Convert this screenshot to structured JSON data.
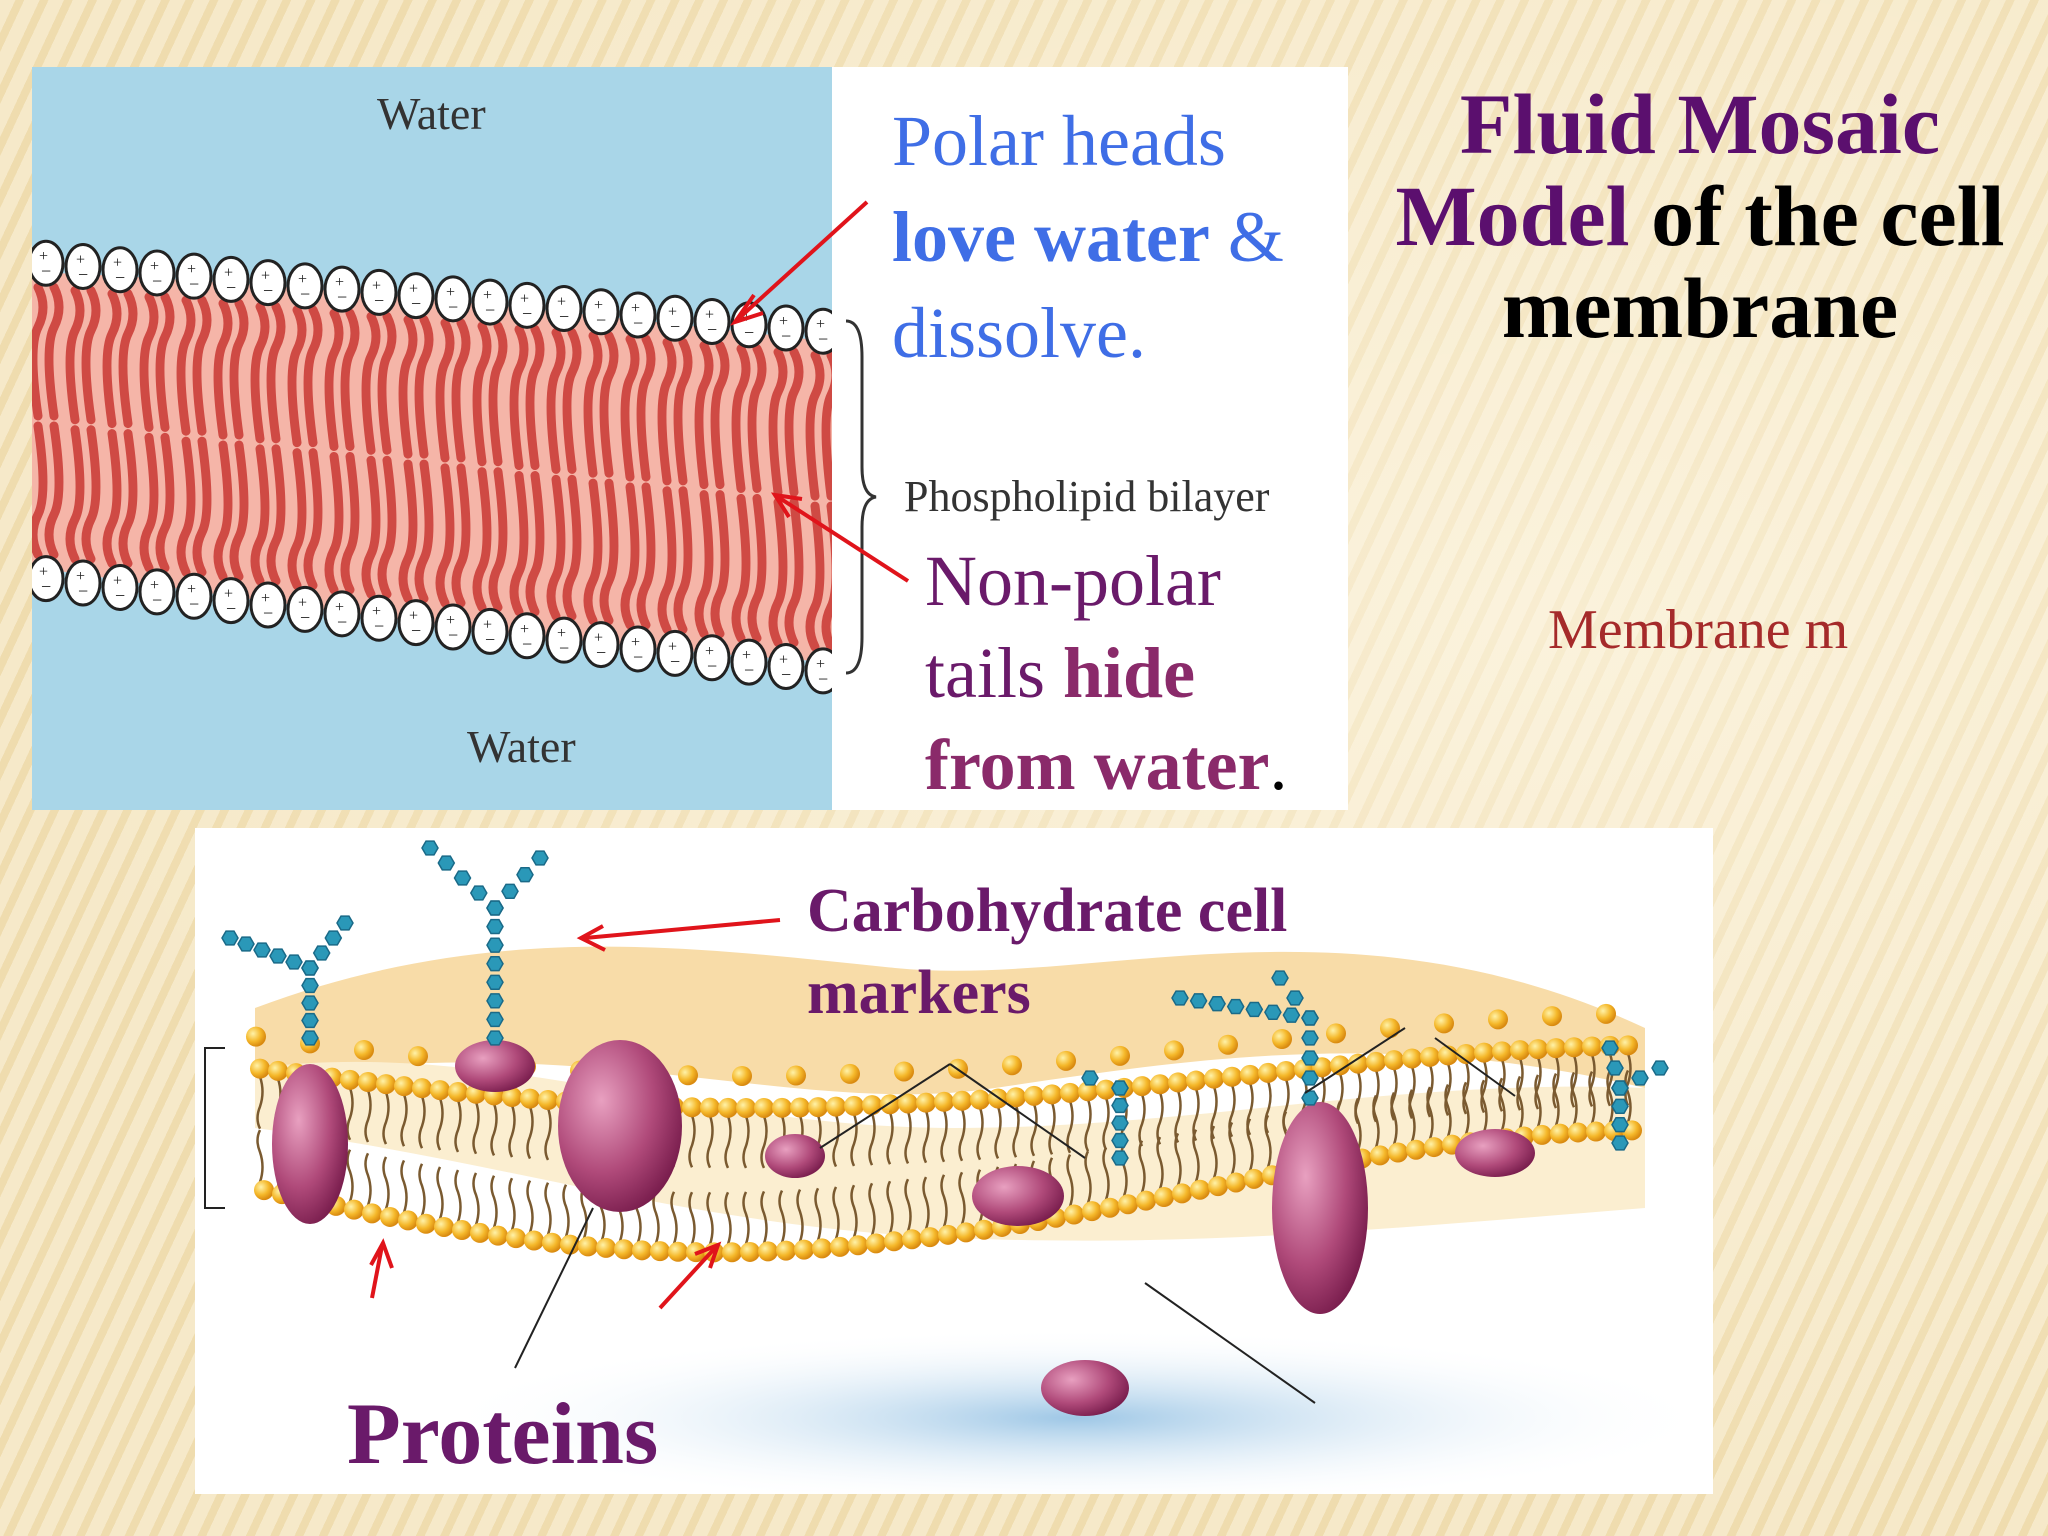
{
  "title": {
    "line1": "Fluid Mosaic",
    "line2_a": "Model",
    "line2_b": " of the cell",
    "line3": "membrane"
  },
  "side_caption": "Membrane m",
  "top_diagram": {
    "water_top": "Water",
    "water_bottom": "Water",
    "bilayer_label": "Phospholipid bilayer",
    "polar": {
      "line1": "Polar heads",
      "line2_bold": "love water",
      "line2_rest": " &",
      "line3": "dissolve."
    },
    "nonpolar": {
      "line1": "Non-polar",
      "line2_plain": "tails ",
      "line2_bold": "hide",
      "line3_bold": "from water",
      "line3_rest": "."
    }
  },
  "bottom_diagram": {
    "carb_label_line1": "Carbohydrate cell",
    "carb_label_line2": "markers",
    "proteins_label": "Proteins"
  },
  "colors": {
    "title_purple": "#5b0f6e",
    "polar_blue": "#3f6ee6",
    "nonpolar_purple": "#6a1a6a",
    "arrow_red": "#e0141b",
    "caption_red": "#a52a2a",
    "water_blue": "#a9d6e8",
    "lipid_red": "#d9534f",
    "head_yellow": "#f5b82a",
    "protein_purple": "#a83a6e",
    "sugar_teal": "#2a98b8"
  }
}
